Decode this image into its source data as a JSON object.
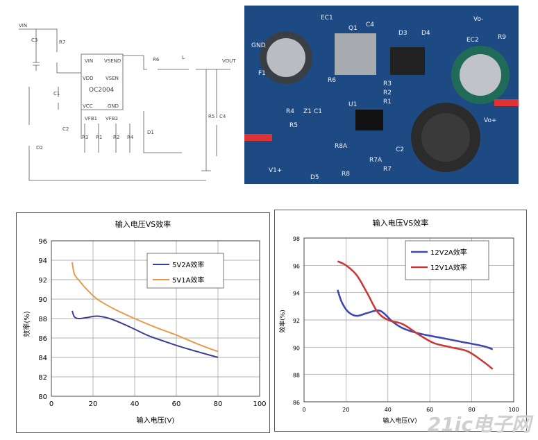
{
  "schematic": {
    "chip": "OC2004",
    "pins": [
      "VIN",
      "VDD",
      "VCC",
      "VSEND",
      "VSEN",
      "GND",
      "VFB1",
      "VFB2"
    ],
    "components": [
      "VIN",
      "C3",
      "R7",
      "C1",
      "C2",
      "D2",
      "R3",
      "R1",
      "R2",
      "R4",
      "R6",
      "L",
      "D1",
      "R5",
      "C4",
      "VOUT"
    ]
  },
  "photo": {
    "labels": [
      "GND",
      "EC1",
      "Q1",
      "C4",
      "D3",
      "D4",
      "Vo-",
      "EC2",
      "R9",
      "F1",
      "R6",
      "R3",
      "R2",
      "R1",
      "R4",
      "Z1",
      "C1",
      "U1",
      "R5",
      "R8A",
      "R7A",
      "R7",
      "C2",
      "R8",
      "D5",
      "V1+",
      "Vo+"
    ]
  },
  "chart_data": [
    {
      "type": "line",
      "title": "输入电压VS效率",
      "xlabel": "输入电压(V)",
      "ylabel": "效率(%)",
      "xlim": [
        0,
        100
      ],
      "ylim": [
        80,
        96
      ],
      "xticks": [
        "0",
        "20",
        "40",
        "60",
        "80",
        "100"
      ],
      "yticks": [
        "80",
        "82",
        "84",
        "86",
        "88",
        "90",
        "92",
        "94",
        "96"
      ],
      "grid": true,
      "legend": "top-right",
      "series": [
        {
          "name": "5V2A效率",
          "color": "#3b3f8f",
          "points": [
            [
              10,
              88.8
            ],
            [
              11,
              88.2
            ],
            [
              13,
              88.0
            ],
            [
              17,
              88.1
            ],
            [
              22,
              88.25
            ],
            [
              28,
              88.0
            ],
            [
              35,
              87.4
            ],
            [
              40,
              86.9
            ],
            [
              47,
              86.2
            ],
            [
              55,
              85.6
            ],
            [
              62,
              85.1
            ],
            [
              70,
              84.6
            ],
            [
              80,
              84.0
            ]
          ]
        },
        {
          "name": "5V1A效率",
          "color": "#e59a4c",
          "points": [
            [
              10,
              93.8
            ],
            [
              11,
              92.6
            ],
            [
              13,
              92.0
            ],
            [
              17,
              91.0
            ],
            [
              22,
              90.0
            ],
            [
              30,
              89.0
            ],
            [
              40,
              88.0
            ],
            [
              50,
              87.1
            ],
            [
              60,
              86.3
            ],
            [
              70,
              85.4
            ],
            [
              80,
              84.6
            ]
          ]
        }
      ]
    },
    {
      "type": "line",
      "title": "输入电压VS效率",
      "xlabel": "输入电压(V)",
      "ylabel": "效率(%)",
      "xlim": [
        0,
        100
      ],
      "ylim": [
        86,
        98
      ],
      "xticks": [
        "0",
        "20",
        "40",
        "60",
        "80",
        "100"
      ],
      "yticks": [
        "86",
        "88",
        "90",
        "92",
        "94",
        "96",
        "98"
      ],
      "grid": true,
      "legend": "top-right",
      "series": [
        {
          "name": "12V2A效率",
          "color": "#4048b0",
          "points": [
            [
              16,
              94.2
            ],
            [
              18,
              93.3
            ],
            [
              21,
              92.6
            ],
            [
              25,
              92.3
            ],
            [
              30,
              92.5
            ],
            [
              35,
              92.7
            ],
            [
              38,
              92.5
            ],
            [
              42,
              91.9
            ],
            [
              47,
              91.4
            ],
            [
              55,
              91.0
            ],
            [
              65,
              90.7
            ],
            [
              75,
              90.4
            ],
            [
              85,
              90.1
            ],
            [
              90,
              89.85
            ]
          ]
        },
        {
          "name": "12V1A效率",
          "color": "#c83a3a",
          "points": [
            [
              16,
              96.3
            ],
            [
              20,
              96.0
            ],
            [
              25,
              95.3
            ],
            [
              30,
              94.0
            ],
            [
              35,
              92.6
            ],
            [
              40,
              92.0
            ],
            [
              47,
              91.7
            ],
            [
              55,
              90.9
            ],
            [
              62,
              90.3
            ],
            [
              70,
              90.0
            ],
            [
              78,
              89.7
            ],
            [
              85,
              89.0
            ],
            [
              90,
              88.4
            ]
          ]
        }
      ]
    }
  ],
  "watermark": "21ic电子网"
}
